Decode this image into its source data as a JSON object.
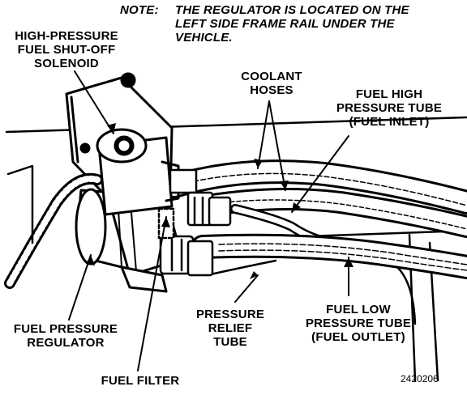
{
  "note": {
    "label": "NOTE:",
    "lines": [
      "THE REGULATOR IS LOCATED ON THE",
      "LEFT SIDE FRAME RAIL UNDER THE",
      "VEHICLE."
    ]
  },
  "labels": {
    "solenoid": [
      "HIGH-PRESSURE",
      "FUEL SHUT-OFF",
      "SOLENOID"
    ],
    "coolant_hoses": [
      "COOLANT",
      "HOSES"
    ],
    "high_pressure_tube": [
      "FUEL HIGH",
      "PRESSURE TUBE",
      "(FUEL INLET)"
    ],
    "regulator": [
      "FUEL PRESSURE",
      "REGULATOR"
    ],
    "relief_tube": [
      "PRESSURE",
      "RELIEF",
      "TUBE"
    ],
    "low_pressure_tube": [
      "FUEL LOW",
      "PRESSURE TUBE",
      "(FUEL OUTLET)"
    ],
    "fuel_filter": [
      "FUEL FILTER"
    ]
  },
  "figure_code": "2420206"
}
